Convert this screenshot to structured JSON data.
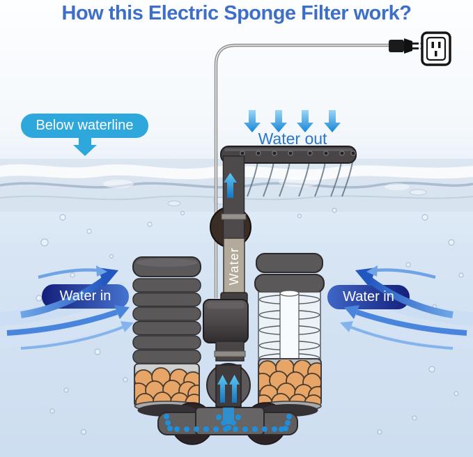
{
  "title": {
    "text": "How this Electric Sponge Filter work?"
  },
  "callouts": {
    "below_waterline": {
      "label": "Below waterline"
    },
    "water_out": {
      "label": "Water out",
      "arrow_count": 4
    },
    "water_in_left": {
      "label": "Water in"
    },
    "water_in_right": {
      "label": "Water in"
    }
  },
  "pipe_label": {
    "text": "Water"
  },
  "icons": {
    "power_plug": "power-plug-icon",
    "wall_outlet": "wall-outlet-icon",
    "flow_arrows": "water-flow-arrow-icon",
    "suction_cup": "suction-cup-icon"
  },
  "colors": {
    "title_blue": "#3d6fc9",
    "callout_cyan": "#2ea7dd",
    "water_out_blue": "#2878c8",
    "banner_navy": "#1a2a86",
    "banner_blue": "#4673d0",
    "flow_blue": "#1e8fdc",
    "bio_ball_orange": "#e7a668",
    "device_gray": "#5b585a"
  },
  "diagram": {
    "spray_bar_holes": 8,
    "sponge_ridges": 6,
    "bio_rings": 5,
    "canisters": [
      "sponge-filter-canister",
      "bio-media-canister"
    ]
  }
}
